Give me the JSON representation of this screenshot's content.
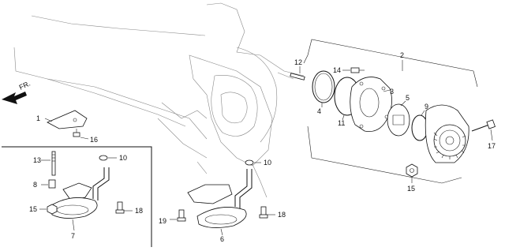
{
  "diagram": {
    "direction_label": "FR.",
    "callouts": {
      "c1": "1",
      "c2": "2",
      "c3": "3",
      "c4": "4",
      "c5": "5",
      "c6": "6",
      "c7": "7",
      "c8": "8",
      "c9": "9",
      "c10a": "10",
      "c10b": "10",
      "c11": "11",
      "c12": "12",
      "c13": "13",
      "c14": "14",
      "c15a": "15",
      "c15b": "15",
      "c16": "16",
      "c17": "17",
      "c18a": "18",
      "c18b": "18",
      "c19": "19"
    }
  }
}
